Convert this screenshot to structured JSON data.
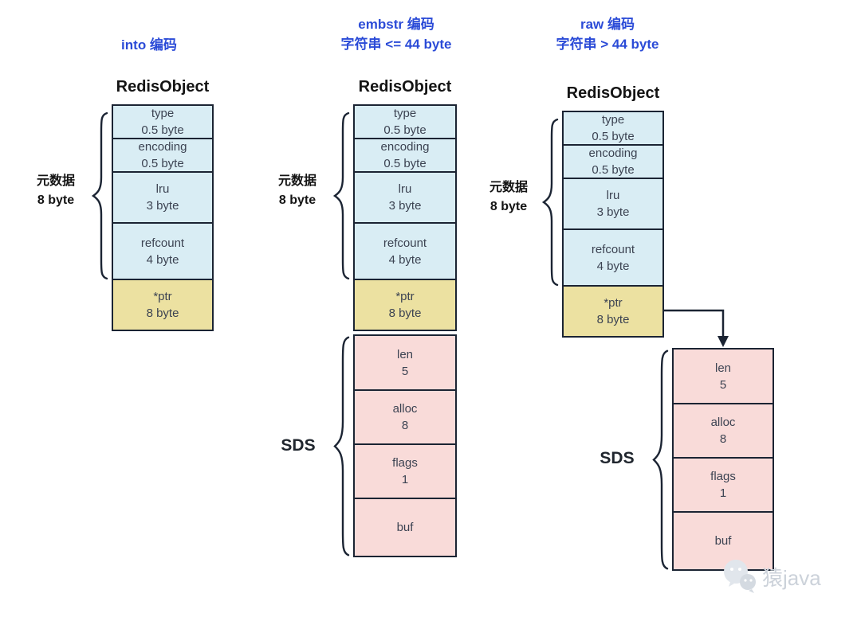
{
  "page": {
    "background": "#ffffff"
  },
  "colors": {
    "header_blue": "#2b4bd7",
    "cell_blue": "#d9edf4",
    "cell_yellow": "#ece1a1",
    "cell_pink": "#f9dbd9",
    "border_dark": "#1b2433"
  },
  "columns": [
    {
      "header": [
        "into 编码"
      ],
      "title": "RedisObject",
      "meta_label": [
        "元数据",
        "8 byte"
      ],
      "cells": [
        {
          "l1": "type",
          "l2": "0.5 byte"
        },
        {
          "l1": "encoding",
          "l2": "0.5 byte"
        },
        {
          "l1": "lru",
          "l2": "3 byte"
        },
        {
          "l1": "refcount",
          "l2": "4 byte"
        },
        {
          "l1": "*ptr",
          "l2": "8 byte"
        }
      ]
    },
    {
      "header": [
        "embstr 编码",
        "字符串 <= 44 byte"
      ],
      "title": "RedisObject",
      "meta_label": [
        "元数据",
        "8 byte"
      ],
      "sds_label": "SDS",
      "cells": [
        {
          "l1": "type",
          "l2": "0.5 byte"
        },
        {
          "l1": "encoding",
          "l2": "0.5 byte"
        },
        {
          "l1": "lru",
          "l2": "3 byte"
        },
        {
          "l1": "refcount",
          "l2": "4 byte"
        },
        {
          "l1": "*ptr",
          "l2": "8 byte"
        }
      ],
      "sds_cells": [
        {
          "l1": "len",
          "l2": "5"
        },
        {
          "l1": "alloc",
          "l2": "8"
        },
        {
          "l1": "flags",
          "l2": "1"
        },
        {
          "l1": "buf"
        }
      ]
    },
    {
      "header": [
        "raw 编码",
        "字符串 > 44 byte"
      ],
      "title": "RedisObject",
      "meta_label": [
        "元数据",
        "8 byte"
      ],
      "sds_label": "SDS",
      "cells": [
        {
          "l1": "type",
          "l2": "0.5 byte"
        },
        {
          "l1": "encoding",
          "l2": "0.5 byte"
        },
        {
          "l1": "lru",
          "l2": "3 byte"
        },
        {
          "l1": "refcount",
          "l2": "4 byte"
        },
        {
          "l1": "*ptr",
          "l2": "8 byte"
        }
      ],
      "sds_cells": [
        {
          "l1": "len",
          "l2": "5"
        },
        {
          "l1": "alloc",
          "l2": "8"
        },
        {
          "l1": "flags",
          "l2": "1"
        },
        {
          "l1": "buf"
        }
      ]
    }
  ],
  "watermark": {
    "text": "猿java"
  }
}
